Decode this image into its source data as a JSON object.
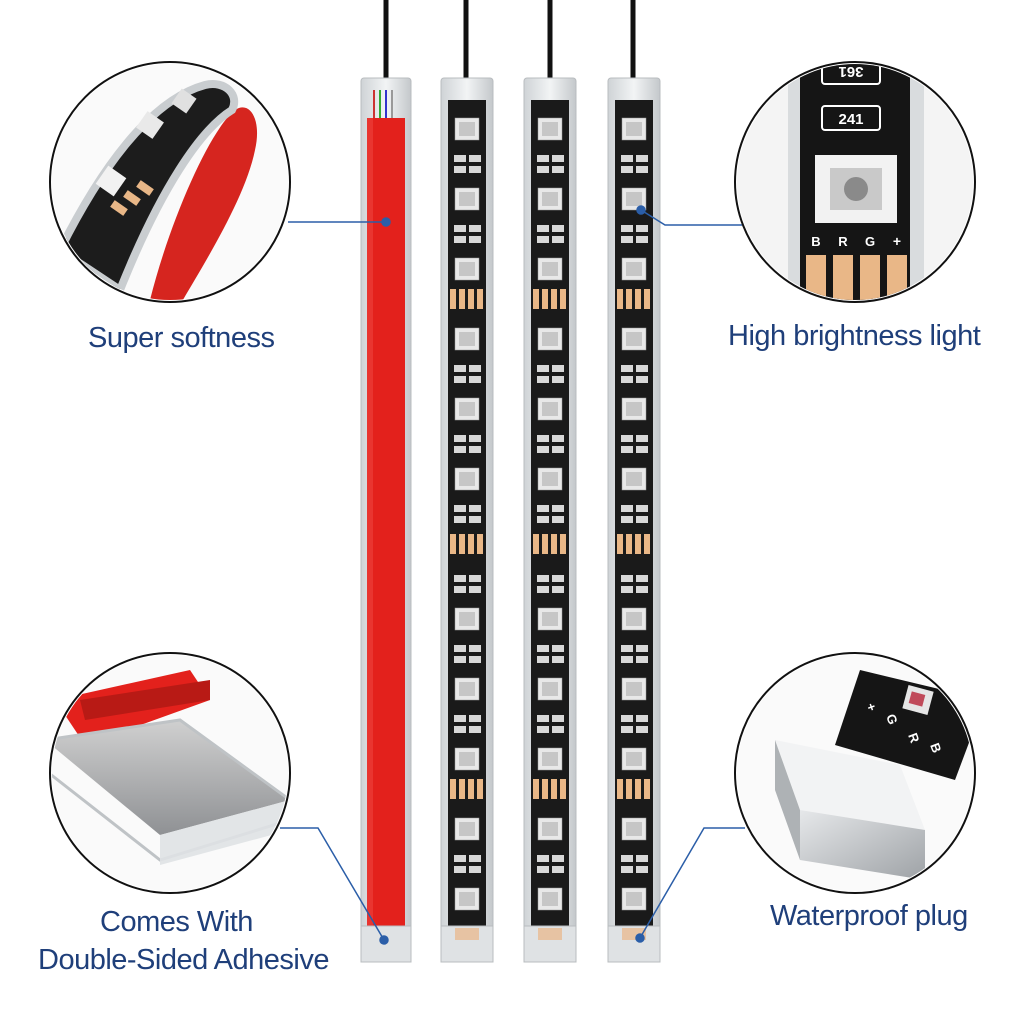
{
  "callouts": {
    "softness": "Super softness",
    "brightness": "High brightness light",
    "adhesive_line1": "Comes With",
    "adhesive_line2": "Double-Sided Adhesive",
    "waterproof": "Waterproof plug"
  },
  "chip_labels": {
    "top": "361",
    "second": "241",
    "pins": [
      "B",
      "R",
      "G",
      "+"
    ]
  },
  "plug_pins": [
    "+",
    "G",
    "R",
    "B"
  ],
  "colors": {
    "caption": "#1f3f7a",
    "strip_pcb": "#1a1a1a",
    "adhesive": "#e3211c",
    "copper": "#e9b787",
    "leader": "#1f3f7a"
  }
}
